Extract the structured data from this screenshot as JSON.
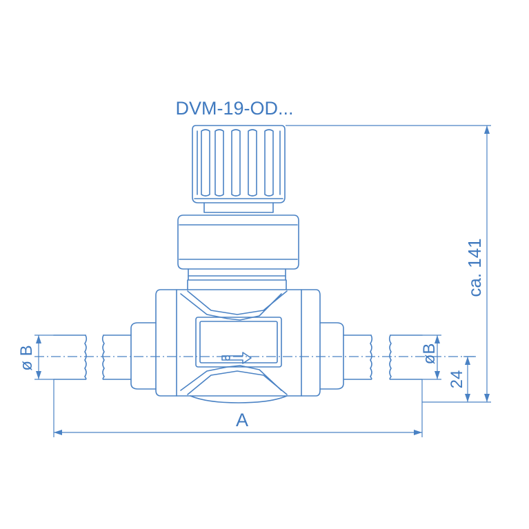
{
  "title": "DVM-19-OD...",
  "dimensions": {
    "overall_height": "ca. 141",
    "length": "A",
    "pipe_diameter_left": "ø B",
    "pipe_diameter_right": "øB",
    "axis_height": "24"
  },
  "colors": {
    "line": "#4a82c4",
    "text": "#3f79bf",
    "background": "#ffffff"
  }
}
